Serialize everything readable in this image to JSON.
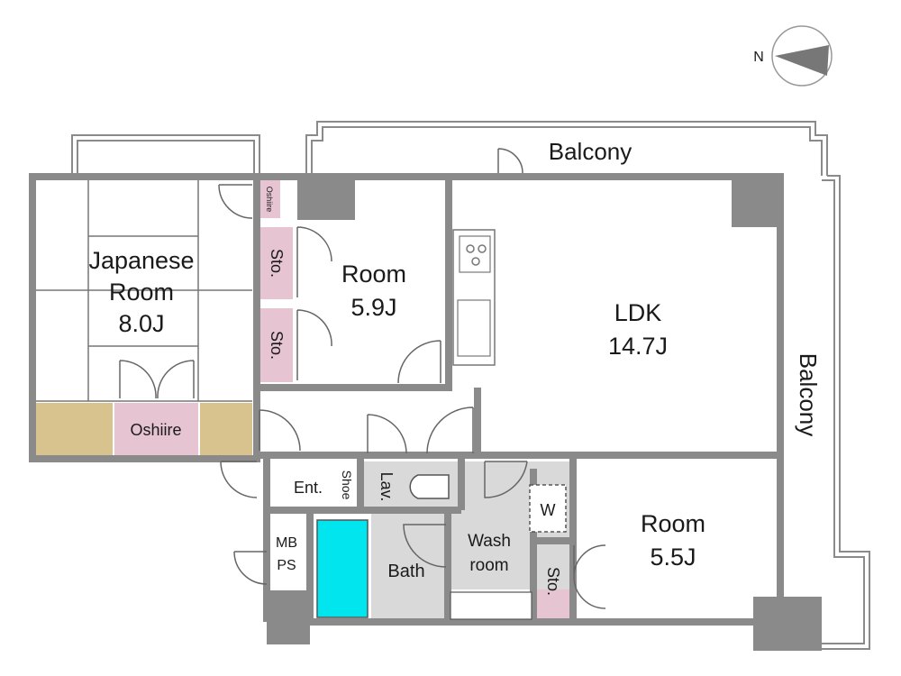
{
  "compass": {
    "label": "N"
  },
  "rooms": {
    "japanese_room": {
      "line1": "Japanese",
      "line2": "Room",
      "size": "8.0J"
    },
    "room_a": {
      "name": "Room",
      "size": "5.9J"
    },
    "ldk": {
      "name": "LDK",
      "size": "14.7J"
    },
    "room_b": {
      "name": "Room",
      "size": "5.5J"
    },
    "balcony_top": "Balcony",
    "balcony_right": "Balcony",
    "oshiire_small": "Oshiire",
    "oshiire": "Oshiire",
    "sto1": "Sto.",
    "sto2": "Sto.",
    "sto3": "Sto.",
    "ent": "Ent.",
    "shoe": "Shoe",
    "lav": "Lav.",
    "wash_line1": "Wash",
    "wash_line2": "room",
    "washer": "W",
    "bath": "Bath",
    "mbps_line1": "MB",
    "mbps_line2": "PS"
  },
  "colors": {
    "wall": "#8a8a8a",
    "storage": "#e6c4d2",
    "tatami_edge": "#d8c38f",
    "wet": "#d9d9d9",
    "bathtub": "#00e5ee"
  }
}
